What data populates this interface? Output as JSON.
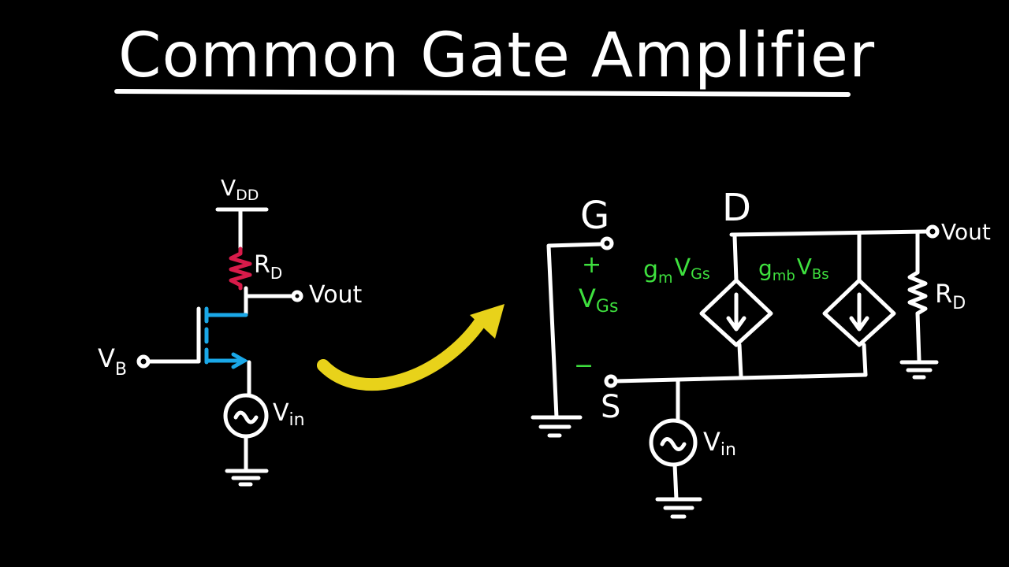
{
  "title": "Common Gate Amplifier",
  "colors": {
    "background": "#000000",
    "ink": "#ffffff",
    "resistor_highlight": "#d81b4a",
    "transistor": "#1aa8e8",
    "arrow": "#e8d21a",
    "small_signal_text": "#3ee03e"
  },
  "left_circuit": {
    "supply": {
      "main": "V",
      "sub": "DD"
    },
    "resistor": {
      "main": "R",
      "sub": "D"
    },
    "output": "Vout",
    "bias": {
      "main": "V",
      "sub": "B"
    },
    "source": {
      "main": "V",
      "sub": "in"
    }
  },
  "right_circuit": {
    "gate": "G",
    "drain": "D",
    "source": "S",
    "plus": "+",
    "minus": "−",
    "vgs": {
      "main": "V",
      "sub": "Gs"
    },
    "gm_term": {
      "g": "g",
      "gsub": "m",
      "v": "V",
      "vsub": "Gs"
    },
    "gmb_term": {
      "g": "g",
      "gsub": "mb",
      "v": "V",
      "vsub": "Bs"
    },
    "resistor": {
      "main": "R",
      "sub": "D"
    },
    "output": "Vout",
    "source_in": {
      "main": "V",
      "sub": "in"
    }
  }
}
